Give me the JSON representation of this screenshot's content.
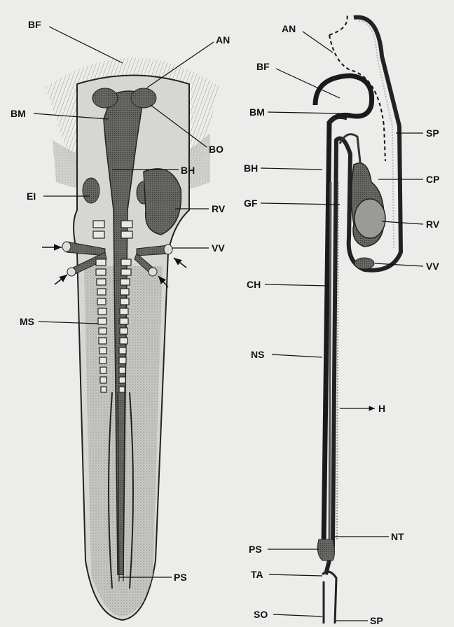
{
  "left_figure": {
    "labels": {
      "bf": "BF",
      "an": "AN",
      "bm": "BM",
      "bo": "BO",
      "bh": "BH",
      "ei": "EI",
      "rv": "RV",
      "vv": "VV",
      "ms": "MS",
      "ps": "PS"
    }
  },
  "right_figure": {
    "labels": {
      "an": "AN",
      "bf": "BF",
      "bm": "BM",
      "sp_top": "SP",
      "bh": "BH",
      "cp": "CP",
      "gf": "GF",
      "rv": "RV",
      "vv": "VV",
      "ch": "CH",
      "ns": "NS",
      "h": "H",
      "nt": "NT",
      "ps": "PS",
      "ta": "TA",
      "so": "SO",
      "sp_bottom": "SP"
    }
  }
}
